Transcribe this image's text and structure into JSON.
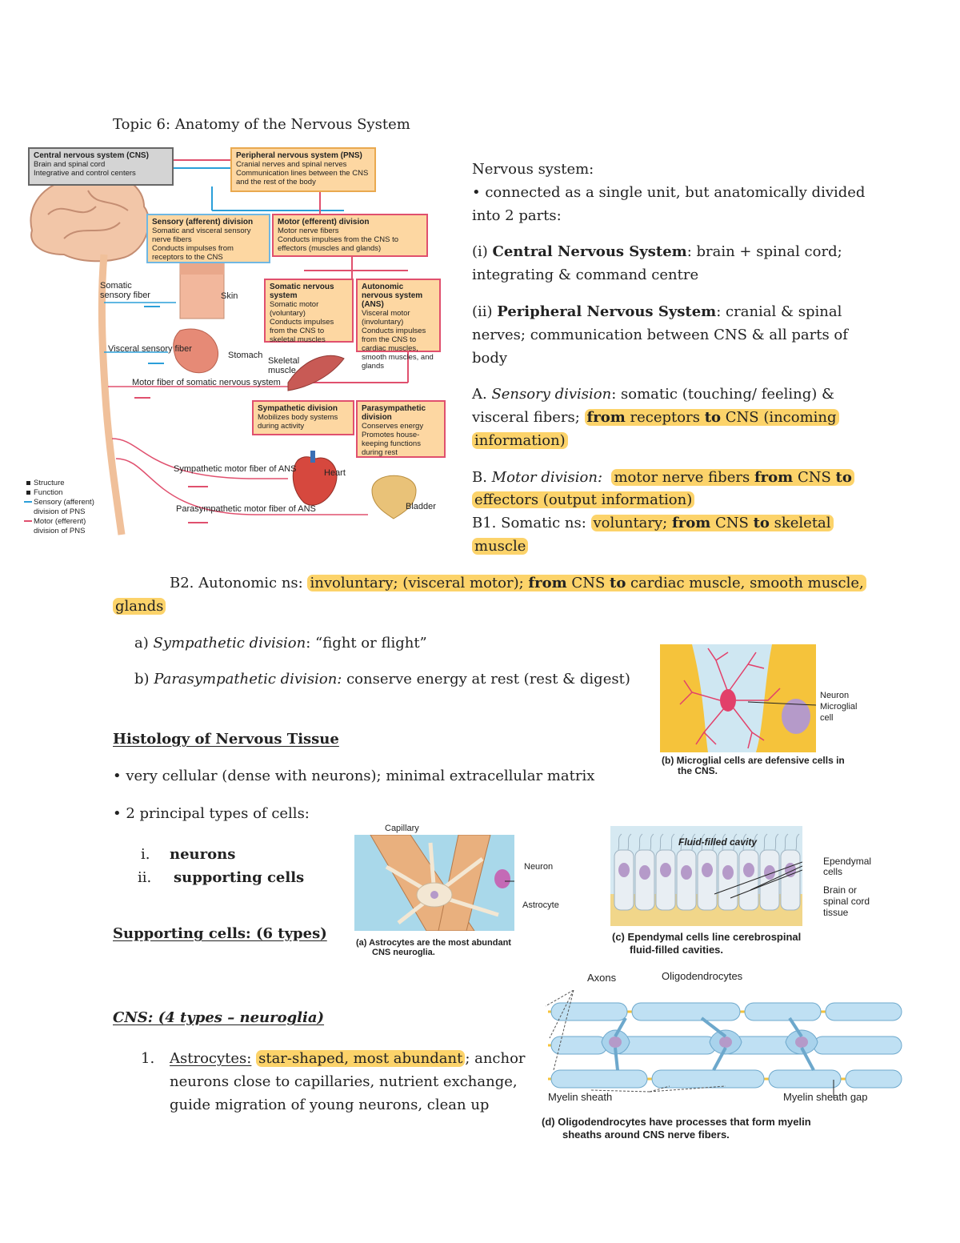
{
  "topic_title": "Topic 6: Anatomy of the Nervous System",
  "diagram": {
    "cns_box": {
      "title": "Central nervous system (CNS)",
      "items": [
        "Brain and spinal cord",
        "Integrative and control centers"
      ]
    },
    "pns_box": {
      "title": "Peripheral nervous system (PNS)",
      "items": [
        "Cranial nerves and spinal nerves",
        "Communication lines between the CNS and the rest of the body"
      ]
    },
    "sensory_box": {
      "title": "Sensory (afferent) division",
      "items": [
        "Somatic and visceral sensory nerve fibers",
        "Conducts impulses from receptors to the CNS"
      ]
    },
    "motor_box": {
      "title": "Motor (efferent) division",
      "items": [
        "Motor nerve fibers",
        "Conducts impulses from the CNS to effectors (muscles and glands)"
      ]
    },
    "somatic_box": {
      "title": "Somatic nervous system",
      "items": [
        "Somatic motor (voluntary)",
        "Conducts impulses from the CNS to skeletal muscles"
      ]
    },
    "autonomic_box": {
      "title": "Autonomic nervous system (ANS)",
      "items": [
        "Visceral motor (involuntary)",
        "Conducts impulses from the CNS to cardiac muscles, smooth muscles, and glands"
      ]
    },
    "sympathetic_box": {
      "title": "Sympathetic division",
      "items": [
        "Mobilizes body systems during activity"
      ]
    },
    "parasympathetic_box": {
      "title": "Parasympathetic division",
      "items": [
        "Conserves energy",
        "Promotes house-keeping functions during rest"
      ]
    },
    "labels": {
      "somatic_sensory_fiber": "Somatic sensory fiber",
      "skin": "Skin",
      "visceral_sensory_fiber": "Visceral sensory fiber",
      "stomach": "Stomach",
      "skeletal_muscle": "Skeletal muscle",
      "motor_fiber_somatic": "Motor fiber of somatic nervous system",
      "sympathetic_motor_fiber": "Sympathetic motor fiber of ANS",
      "heart": "Heart",
      "parasympathetic_motor_fiber": "Parasympathetic motor fiber of ANS",
      "bladder": "Bladder"
    },
    "legend": [
      "Structure",
      "Function",
      "Sensory (afferent) division of PNS",
      "Motor (efferent) division of PNS"
    ],
    "colors": {
      "sensory": "#2b9fd9",
      "motor": "#e0506e",
      "box_fill": "#fdd7a2",
      "cns_fill": "#d4d4d4"
    }
  },
  "right_text": {
    "ns_heading": "Nervous system:",
    "bullet1_a": "•  connected as a single unit, but anatomically divided",
    "bullet1_b": "into 2 parts:",
    "cns_prefix": "(i) ",
    "cns_bold": "Central Nervous System",
    "cns_rest": ":  brain + spinal cord;",
    "cns_line2": "integrating & command centre",
    "pns_prefix": "(ii) ",
    "pns_bold": "Peripheral Nervous System",
    "pns_rest": ": cranial & spinal",
    "pns_line2": "nerves;  communication between CNS & all parts of",
    "pns_line3": "body",
    "a_prefix": "A.  ",
    "a_italic": "Sensory division",
    "a_rest": ":  somatic (touching/ feeling) &",
    "a_line2_plain": "visceral fibers; ",
    "a_line2_hl_from": "from",
    "a_line2_hl_mid": " receptors ",
    "a_line2_hl_to": "to",
    "a_line2_hl_end": " CNS (incoming",
    "a_line3_hl": "information)",
    "b_prefix": "B.  ",
    "b_italic": "Motor division:",
    "b_hl1": "motor nerve fibers ",
    "b_from": "from",
    "b_hl2": " CNS ",
    "b_to": "to",
    "b_line2_hl": "effectors (output information)",
    "b1_plain": "B1.  Somatic ns:  ",
    "b1_hl1": "voluntary; ",
    "b1_from": "from",
    "b1_hl2": " CNS ",
    "b1_to": "to",
    "b1_hl3": " skeletal",
    "b1_line2_hl": "muscle"
  },
  "body_text": {
    "b2_plain": "B2.  Autonomic ns:  ",
    "b2_hl1": "involuntary; (visceral motor); ",
    "b2_from": "from",
    "b2_hl2": " CNS ",
    "b2_to": "to",
    "b2_hl3": " cardiac muscle, smooth muscle,",
    "b2_line2_hl": "glands",
    "sym_prefix": "a)  ",
    "sym_italic": "Sympathetic division",
    "sym_rest": ":  “fight or flight”",
    "para_prefix": "b)  ",
    "para_italic": "Parasympathetic division:",
    "para_rest": " conserve energy at rest (rest & digest)",
    "histology_heading": "Histology of Nervous Tissue",
    "hist_b1": "• very cellular (dense with neurons); minimal extracellular matrix",
    "hist_b2": "•  2 principal types of cells:",
    "cell_i_num": "i.",
    "cell_i": "neurons",
    "cell_ii_num": "ii.",
    "cell_ii": "supporting cells",
    "supporting_heading": "Supporting cells: (6 types)",
    "cns_heading": "CNS:  (4 types – neuroglia)",
    "astro_num": "1.",
    "astro_name": "Astrocytes:",
    "astro_hl": "star-shaped, most abundant",
    "astro_rest": "; anchor",
    "astro_line2": "neurons close to capillaries, nutrient exchange,",
    "astro_line3": "guide migration of young neurons, clean up"
  },
  "figures": {
    "microglia": {
      "label_neuron": "Neuron",
      "label_microglial": "Microglial",
      "label_cell": "cell",
      "caption_a": "(b) Microglial cells are defensive cells in",
      "caption_b": "the CNS."
    },
    "astrocyte": {
      "label_capillary": "Capillary",
      "label_neuron": "Neuron",
      "label_astrocyte": "Astrocyte",
      "caption_a": "(a) Astrocytes are the most abundant",
      "caption_b": "CNS neuroglia."
    },
    "ependymal": {
      "label_cavity": "Fluid-filled cavity",
      "label_ependymal_a": "Ependymal",
      "label_ependymal_b": "cells",
      "label_brain_a": "Brain or",
      "label_brain_b": "spinal cord",
      "label_brain_c": "tissue",
      "caption_a": "(c) Ependymal cells line cerebrospinal",
      "caption_b": "fluid-filled cavities."
    },
    "oligo": {
      "label_axons": "Axons",
      "label_oligo": "Oligodendrocytes",
      "label_myelin": "Myelin sheath",
      "label_gap": "Myelin sheath gap",
      "caption_a": "(d) Oligodendrocytes have processes that form myelin",
      "caption_b": "sheaths around CNS nerve fibers."
    }
  }
}
